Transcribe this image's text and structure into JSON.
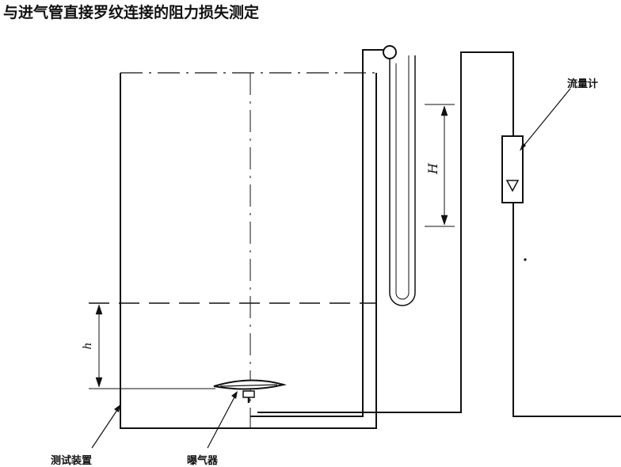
{
  "title": "与进气管直接罗纹连接的阻力损失测定",
  "labels": {
    "flowmeter": "流量计",
    "test_device": "测试装置",
    "aerator": "曝气器",
    "big_h": "H",
    "small_h": "h"
  },
  "colors": {
    "line": "#111111",
    "background": "#ffffff"
  }
}
